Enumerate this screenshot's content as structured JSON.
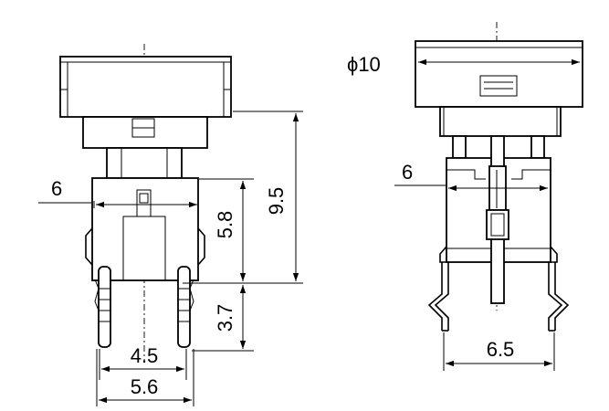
{
  "front_view": {
    "dim_width": "6",
    "dim_height_total": "9.5",
    "dim_height_body": "5.8",
    "dim_pin_length": "3.7",
    "dim_pin_pitch": "4.5",
    "dim_pin_span": "5.6"
  },
  "side_view": {
    "dim_cap_diameter": "ϕ10",
    "dim_width": "6",
    "dim_pin_span": "6.5"
  },
  "colors": {
    "line": "#000000",
    "background": "#ffffff"
  }
}
